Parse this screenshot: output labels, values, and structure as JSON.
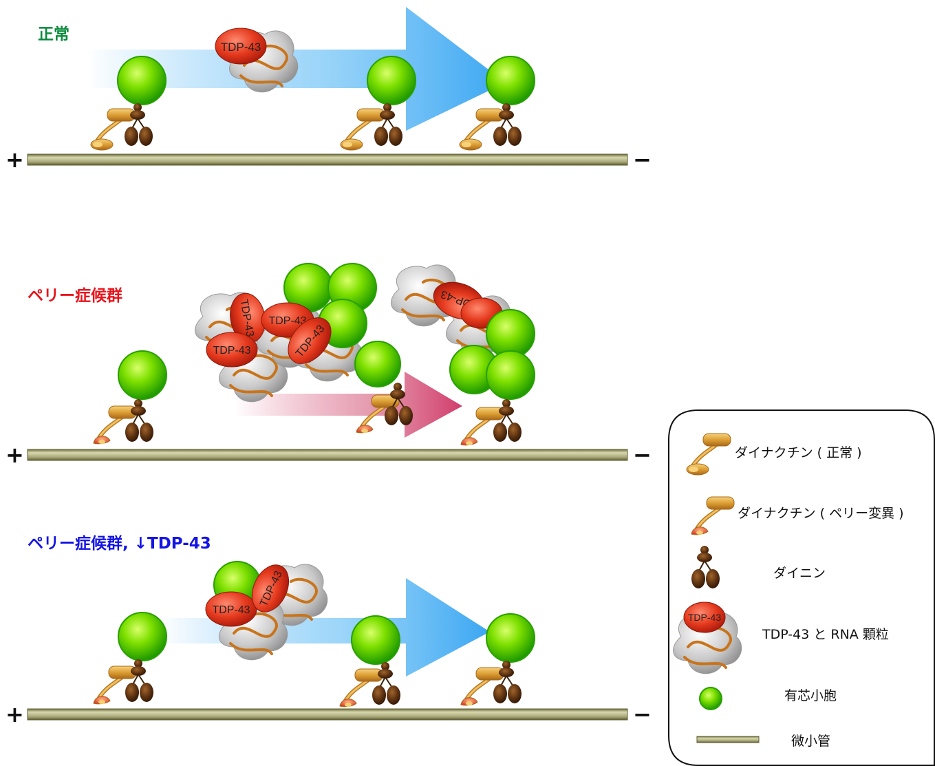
{
  "panels": [
    {
      "id": "normal",
      "title": "正常",
      "title_color": "#0a8a3c"
    },
    {
      "id": "perry",
      "title": "ペリー症候群",
      "title_color": "#e8141c"
    },
    {
      "id": "perry_tdp_down",
      "title": "ペリー症候群, ↓TDP-43",
      "title_color": "#1414e6"
    }
  ],
  "polarity": {
    "plus": "+",
    "minus": "−"
  },
  "granule_label": "TDP-43",
  "legend": {
    "items": [
      {
        "key": "dynactin_normal",
        "label": "ダイナクチン ( 正常 )"
      },
      {
        "key": "dynactin_perry",
        "label": "ダイナクチン ( ペリー変異 )"
      },
      {
        "key": "dynein",
        "label": "ダイニン"
      },
      {
        "key": "tdp43_rna",
        "label": "TDP-43 と RNA 顆粒"
      },
      {
        "key": "dcv",
        "label": "有芯小胞"
      },
      {
        "key": "microtubule",
        "label": "微小管"
      }
    ]
  },
  "colors": {
    "green_title": "#0a8a3c",
    "red_title": "#e8141c",
    "blue_title": "#1414e6",
    "vesicle": "#33cc00",
    "tdp43": "#e0301c",
    "arrow_blue": "#4fb3f5",
    "arrow_pink": "#d9507a",
    "microtubule": "#a8a87a",
    "dynein": "#5a3010",
    "dynactin": "#d9a040"
  }
}
